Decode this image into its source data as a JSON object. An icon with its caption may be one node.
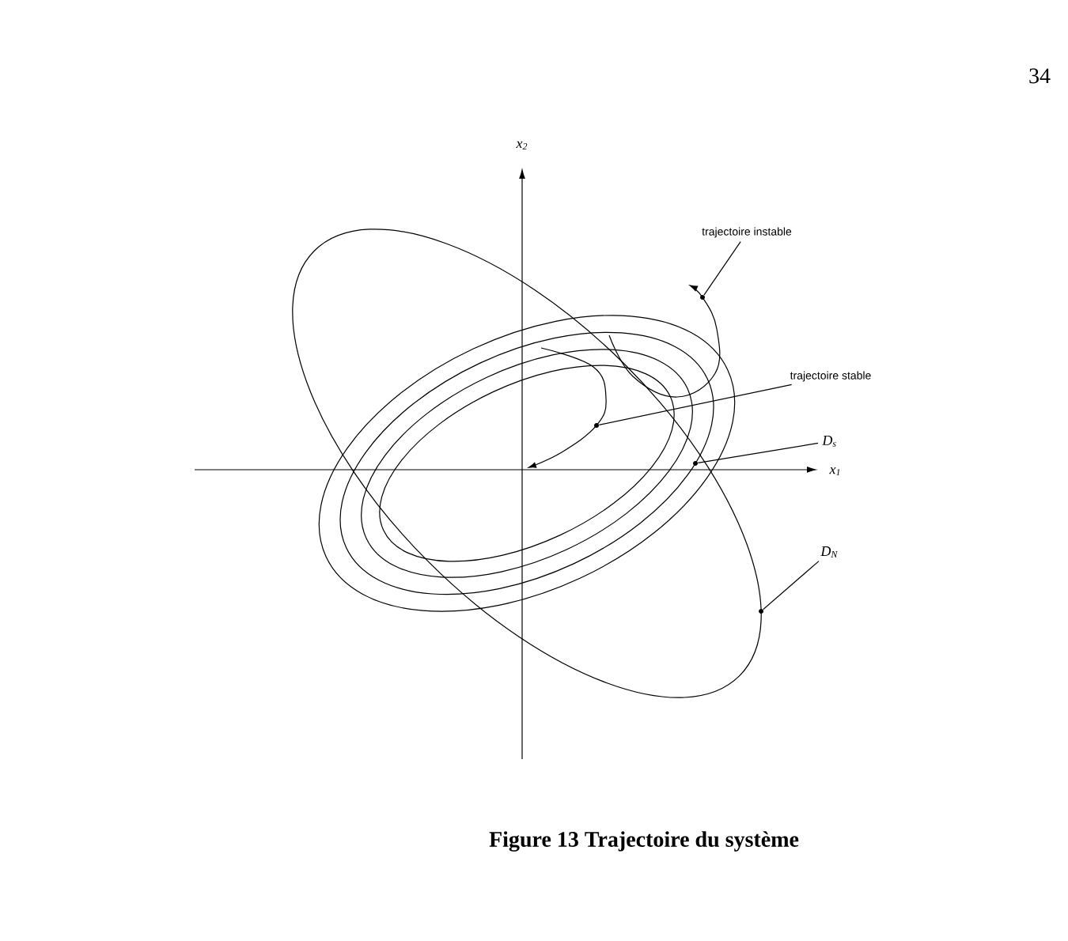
{
  "diagram": {
    "caption": "Figure 13 Trajectoire du système",
    "nodes": [
      {
        "text": [
          "trajectoire instable"
        ]
      },
      {
        "text": [],
        "shape": "circle"
      },
      {
        "text": [
          "trajectoire stable"
        ]
      },
      {
        "text": [],
        "shape": "circle"
      },
      {
        "text": [
          "D$_{s}$"
        ]
      },
      {
        "text": [],
        "shape": "circle"
      },
      {
        "text": [
          "D$_{N}$"
        ]
      },
      {
        "text": [],
        "shape": "circle"
      }
    ],
    "edges": [
      {
        "from": 0,
        "to": 1,
        "arrow": "none"
      },
      {
        "from": 2,
        "to": 3,
        "arrow": "none"
      },
      {
        "from": 4,
        "to": 5,
        "arrow": "none"
      },
      {
        "from": 6,
        "to": 7,
        "arrow": "none"
      }
    ],
    "labels": [
      "34",
      "x$_{2}$",
      "x$_{1}$"
    ]
  }
}
